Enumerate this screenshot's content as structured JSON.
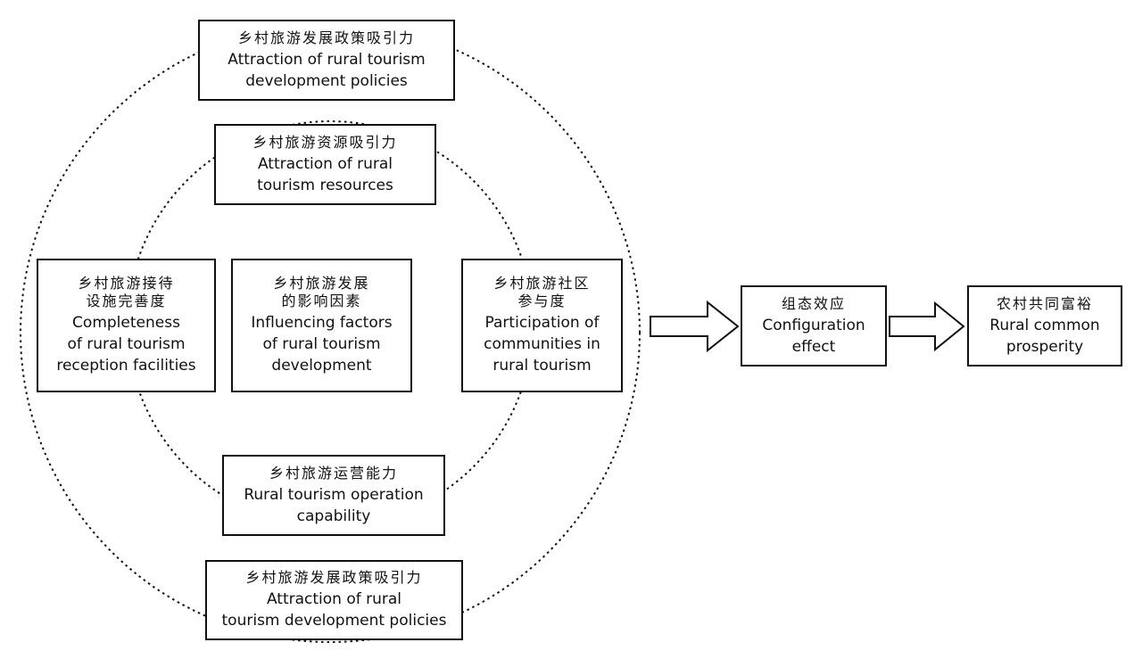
{
  "nodes": {
    "top_policy": {
      "zh": [
        "乡村旅游发展政策吸引力"
      ],
      "en": [
        "Attraction of rural tourism",
        "development policies"
      ]
    },
    "resources": {
      "zh": [
        "乡村旅游资源吸引力"
      ],
      "en": [
        "Attraction of rural",
        "tourism resources"
      ]
    },
    "facilities": {
      "zh": [
        "乡村旅游接待",
        "设施完善度"
      ],
      "en": [
        "Completeness",
        "of rural tourism",
        "reception facilities"
      ]
    },
    "factors": {
      "zh": [
        "乡村旅游发展",
        "的影响因素"
      ],
      "en": [
        "Influencing factors",
        "of rural tourism",
        "development"
      ]
    },
    "community": {
      "zh": [
        "乡村旅游社区",
        "参与度"
      ],
      "en": [
        "Participation of",
        "communities in",
        "rural tourism"
      ]
    },
    "operation": {
      "zh": [
        "乡村旅游运营能力"
      ],
      "en": [
        "Rural tourism operation",
        "capability"
      ]
    },
    "bottom_policy": {
      "zh": [
        "乡村旅游发展政策吸引力"
      ],
      "en": [
        "Attraction of rural",
        "tourism development policies"
      ]
    },
    "configuration": {
      "zh": [
        "组态效应"
      ],
      "en": [
        "Configuration",
        "effect"
      ]
    },
    "prosperity": {
      "zh": [
        "农村共同富裕"
      ],
      "en": [
        "Rural common",
        "prosperity"
      ]
    }
  }
}
